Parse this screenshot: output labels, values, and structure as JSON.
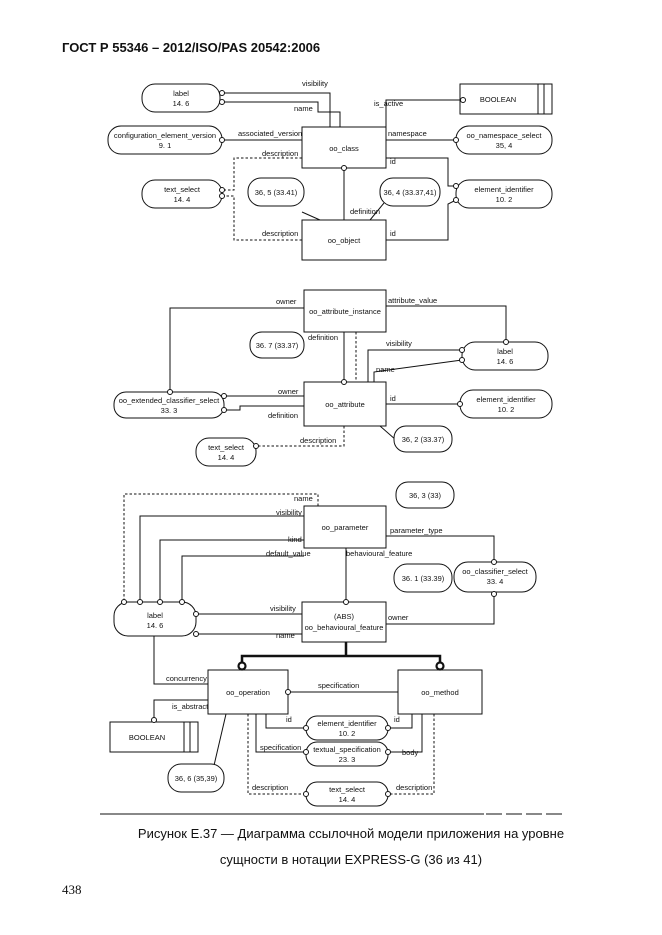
{
  "header": "ГОСТ Р 55346 – 2012/ISO/PAS 20542:2006",
  "caption_line1": "Рисунок Е.37 — Диаграмма ссылочной модели приложения на уровне",
  "caption_line2": "сущности в нотации EXPRESS-G (36 из 41)",
  "page_number": "438",
  "d1": {
    "label_name": "label",
    "label_ref": "14. 6",
    "cev_name": "configuration_element_version",
    "cev_ref": "9. 1",
    "ts_name": "text_select",
    "ts_ref": "14. 4",
    "bool": "BOOLEAN",
    "ns_name": "oo_namespace_select",
    "ns_ref": "35, 4",
    "ei_name": "element_identifier",
    "ei_ref": "10. 2",
    "oo_class": "oo_class",
    "oo_object": "oo_object",
    "ref1": "36, 5 (33.41)",
    "ref2": "36, 4 (33.37,41)",
    "l_visibility": "visibility",
    "l_name": "name",
    "l_is_active": "is_active",
    "l_associated_version": "associated_version",
    "l_namespace": "namespace",
    "l_description": "description",
    "l_id": "id",
    "l_definition": "definition",
    "l_description2": "description",
    "l_id2": "id"
  },
  "d2": {
    "oai": "oo_attribute_instance",
    "attr": "oo_attribute",
    "ext_name": "oo_extended_classifier_select",
    "ext_ref": "33. 3",
    "label_name": "label",
    "label_ref": "14. 6",
    "ei_name": "element_identifier",
    "ei_ref": "10. 2",
    "ts_name": "text_select",
    "ts_ref": "14. 4",
    "ref1": "36. 7 (33.37)",
    "ref2": "36, 2 (33.37)",
    "l_owner": "owner",
    "l_attribute_value": "attribute_value",
    "l_definition": "definition",
    "l_visibility": "visibility",
    "l_name": "name",
    "l_owner2": "owner",
    "l_definition2": "definition",
    "l_id": "id",
    "l_description": "description"
  },
  "d3": {
    "param": "oo_parameter",
    "abs": "(ABS)",
    "beh": "oo_behavioural_feature",
    "op": "oo_operation",
    "meth": "oo_method",
    "label_name": "label",
    "label_ref": "14. 6",
    "cs_name": "oo_classifier_select",
    "cs_ref": "33. 4",
    "bool": "BOOLEAN",
    "ei_name": "element_identifier",
    "ei_ref": "10. 2",
    "tsp_name": "textual_specification",
    "tsp_ref": "23. 3",
    "ts_name": "text_select",
    "ts_ref": "14. 4",
    "ref1": "36, 3 (33)",
    "ref2": "36. 1 (33.39)",
    "ref3": "36, 6 (35,39)",
    "l_name": "name",
    "l_visibility": "visibility",
    "l_kind": "kind",
    "l_default_value": "default_value",
    "l_parameter_type": "parameter_type",
    "l_behavioural_feature": "behavioural_feature",
    "l_visibility2": "visibility",
    "l_name2": "name",
    "l_owner": "owner",
    "l_concurrency": "concurrency",
    "l_is_abstract": "is_abstract",
    "l_specification": "specification",
    "l_id": "id",
    "l_id2": "id",
    "l_specification2": "specification",
    "l_body": "body",
    "l_description": "description",
    "l_description2": "description"
  }
}
